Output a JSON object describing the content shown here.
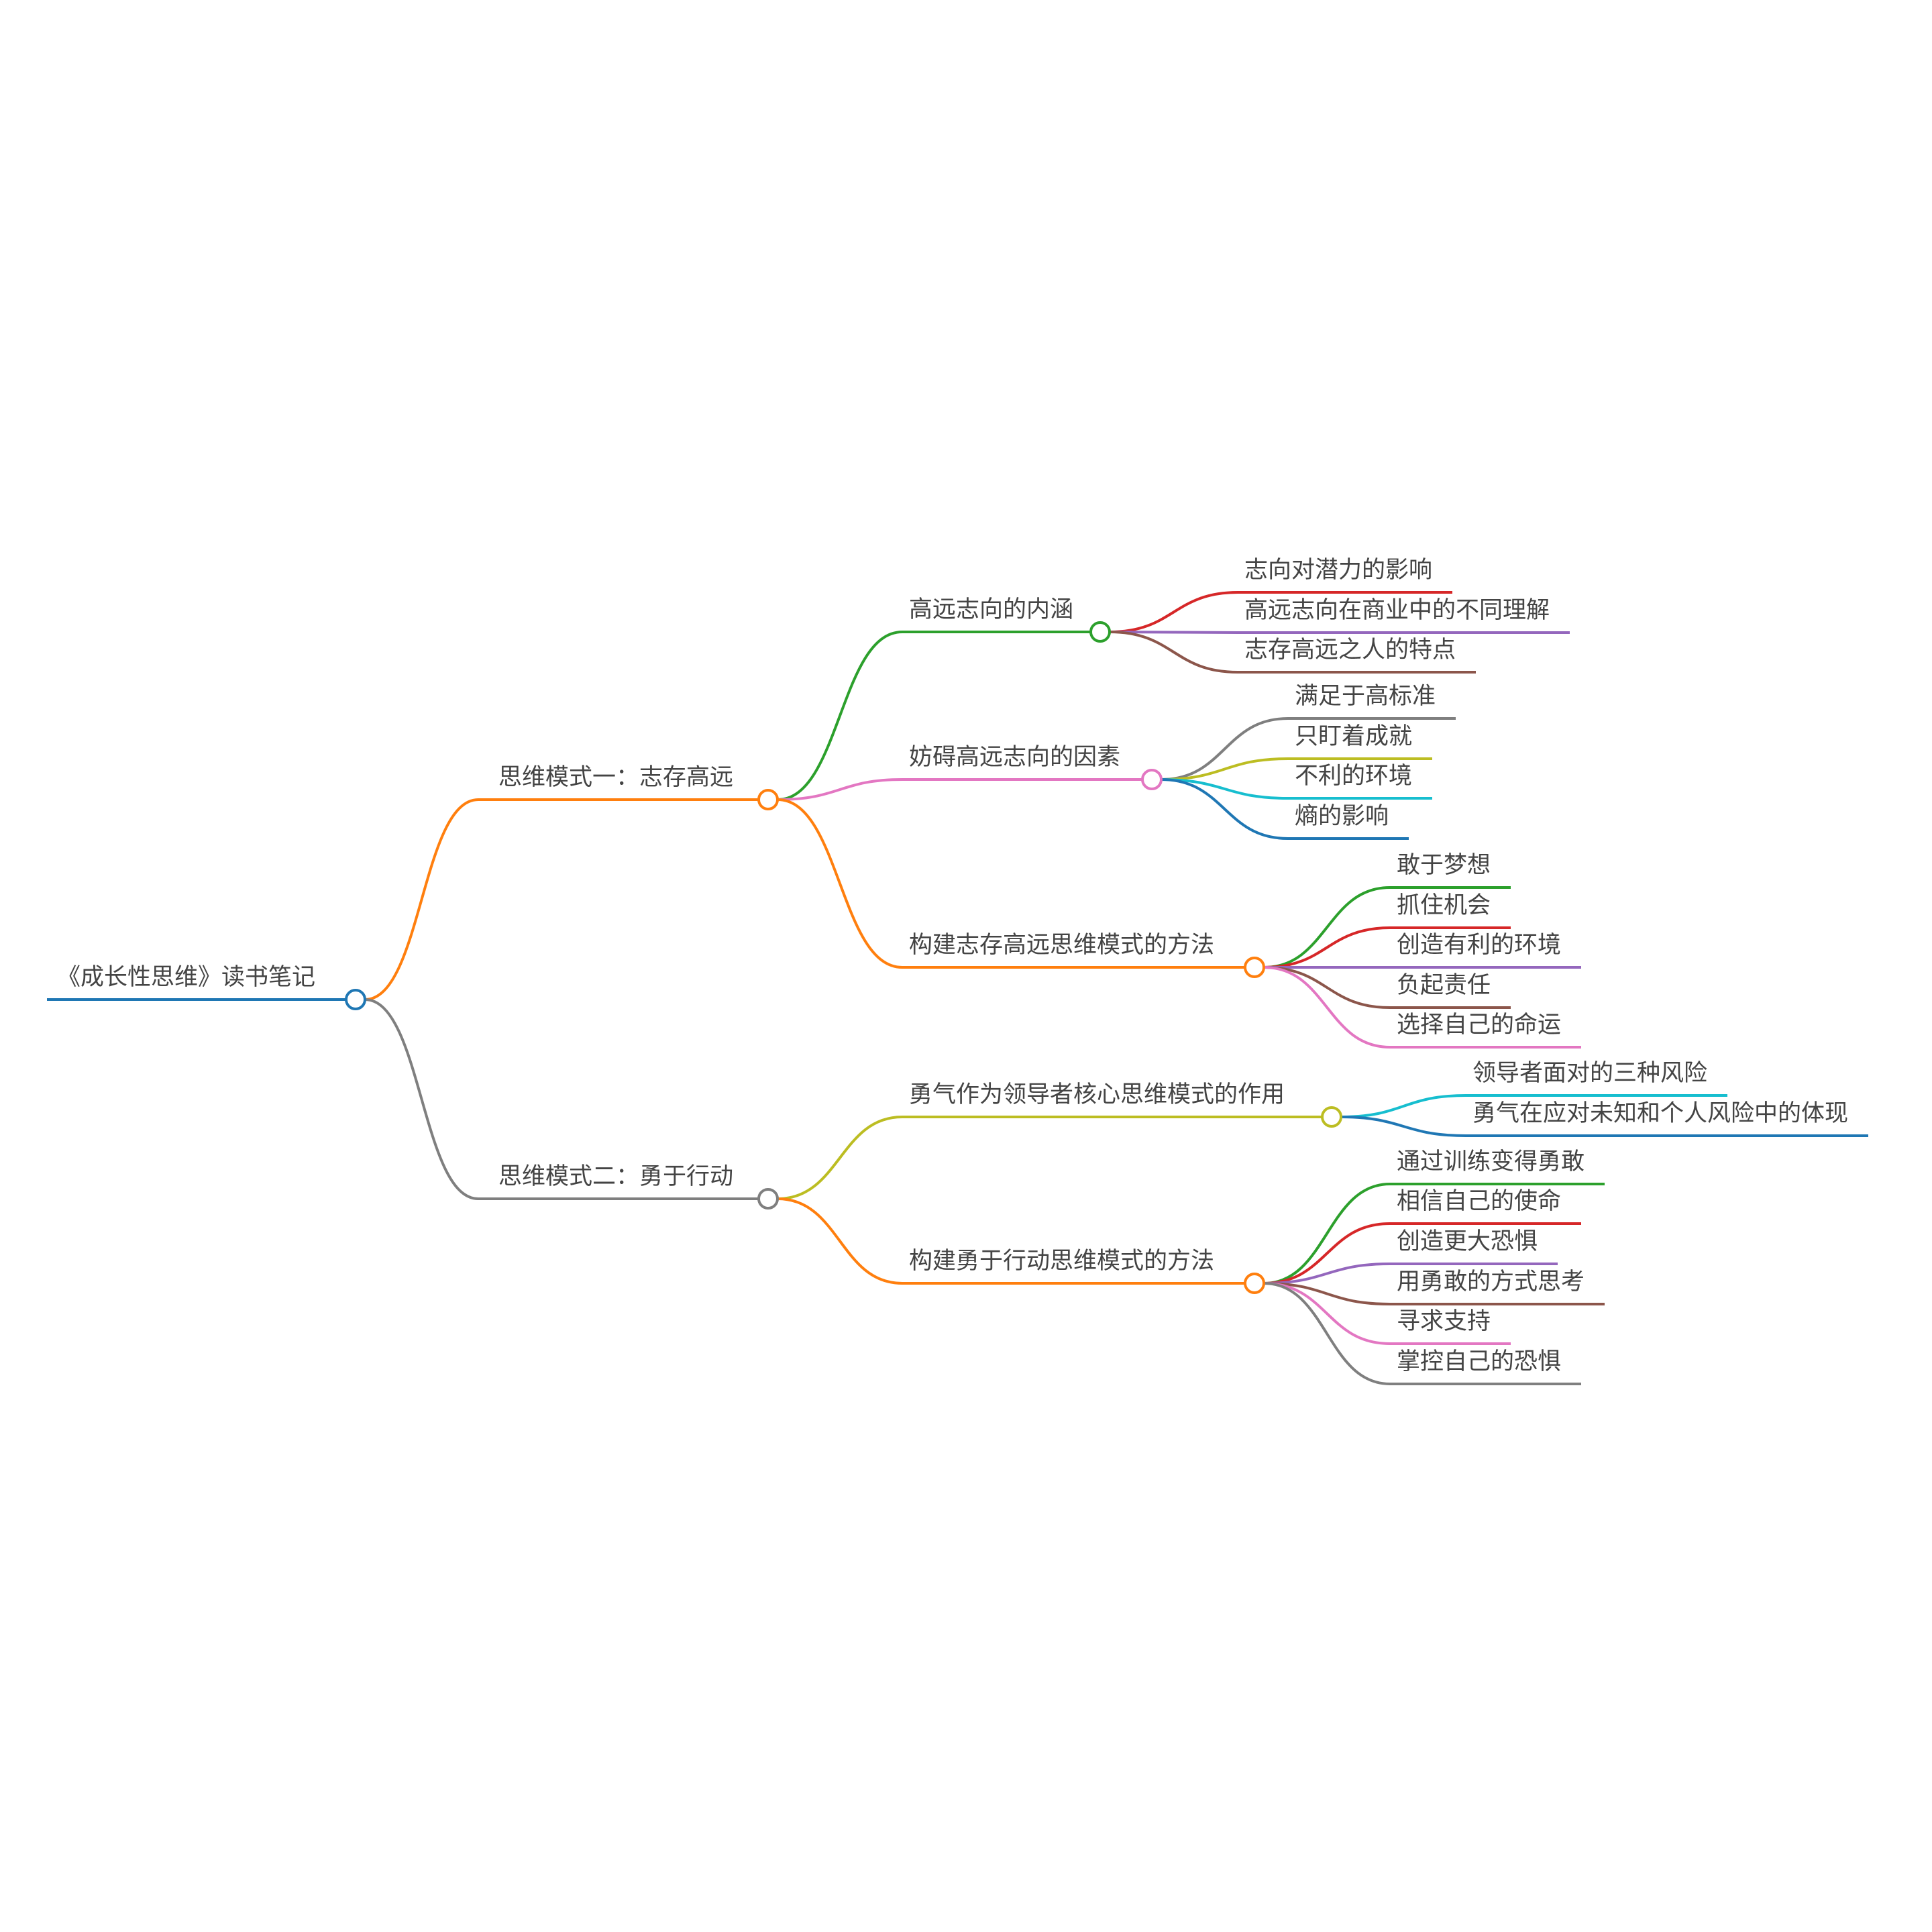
{
  "mindmap": {
    "root": {
      "label": "《成长性思维》读书笔记",
      "color": "#1f77b4",
      "children": [
        {
          "label": "思维模式一：志存高远",
          "color": "#ff7f0e",
          "children": [
            {
              "label": "高远志向的内涵",
              "color": "#2ca02c",
              "children": [
                {
                  "label": "志向对潜力的影响",
                  "color": "#d62728"
                },
                {
                  "label": "高远志向在商业中的不同理解",
                  "color": "#9467bd"
                },
                {
                  "label": "志存高远之人的特点",
                  "color": "#8c564b"
                }
              ]
            },
            {
              "label": "妨碍高远志向的因素",
              "color": "#e377c2",
              "children": [
                {
                  "label": "满足于高标准",
                  "color": "#7f7f7f"
                },
                {
                  "label": "只盯着成就",
                  "color": "#bcbd22"
                },
                {
                  "label": "不利的环境",
                  "color": "#17becf"
                },
                {
                  "label": "熵的影响",
                  "color": "#1f77b4"
                }
              ]
            },
            {
              "label": "构建志存高远思维模式的方法",
              "color": "#ff7f0e",
              "children": [
                {
                  "label": "敢于梦想",
                  "color": "#2ca02c"
                },
                {
                  "label": "抓住机会",
                  "color": "#d62728"
                },
                {
                  "label": "创造有利的环境",
                  "color": "#9467bd"
                },
                {
                  "label": "负起责任",
                  "color": "#8c564b"
                },
                {
                  "label": "选择自己的命运",
                  "color": "#e377c2"
                }
              ]
            }
          ]
        },
        {
          "label": "思维模式二：勇于行动",
          "color": "#7f7f7f",
          "children": [
            {
              "label": "勇气作为领导者核心思维模式的作用",
              "color": "#bcbd22",
              "children": [
                {
                  "label": "领导者面对的三种风险",
                  "color": "#17becf"
                },
                {
                  "label": "勇气在应对未知和个人风险中的体现",
                  "color": "#1f77b4"
                }
              ]
            },
            {
              "label": "构建勇于行动思维模式的方法",
              "color": "#ff7f0e",
              "children": [
                {
                  "label": "通过训练变得勇敢",
                  "color": "#2ca02c"
                },
                {
                  "label": "相信自己的使命",
                  "color": "#d62728"
                },
                {
                  "label": "创造更大恐惧",
                  "color": "#9467bd"
                },
                {
                  "label": "用勇敢的方式思考",
                  "color": "#8c564b"
                },
                {
                  "label": "寻求支持",
                  "color": "#e377c2"
                },
                {
                  "label": "掌控自己的恐惧",
                  "color": "#7f7f7f"
                }
              ]
            }
          ]
        }
      ]
    }
  }
}
